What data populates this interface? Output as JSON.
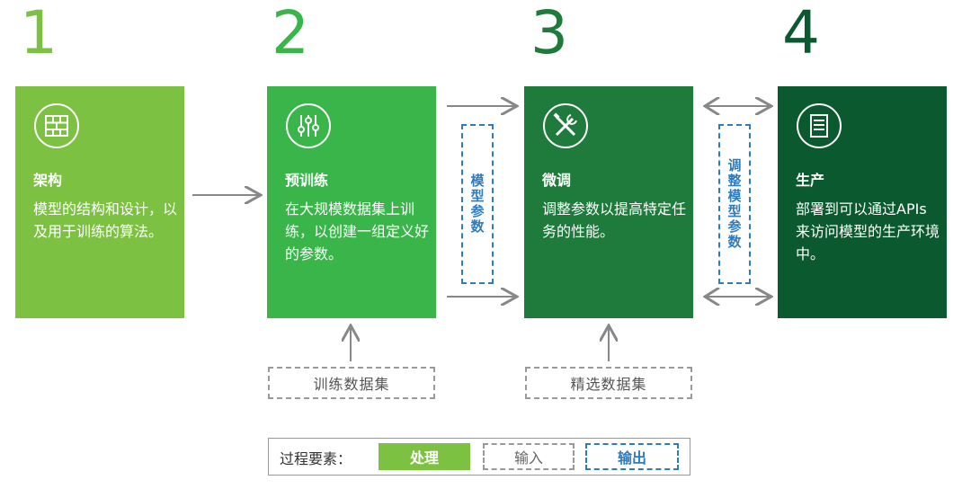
{
  "steps": [
    {
      "number": "1",
      "title": "架构",
      "desc": "模型的结构和设计，以及用于训练的算法。",
      "icon": "brick-wall-icon"
    },
    {
      "number": "2",
      "title": "预训练",
      "desc": "在大规模数据集上训练，以创建一组定义好的参数。",
      "icon": "sliders-icon"
    },
    {
      "number": "3",
      "title": "微调",
      "desc": "调整参数以提高特定任务的性能。",
      "icon": "tools-icon"
    },
    {
      "number": "4",
      "title": "生产",
      "desc": "部署到可以通过APIs来访问模型的生产环境中。",
      "icon": "server-icon"
    }
  ],
  "outputs": {
    "model_params": "模型参数",
    "tuned_params": "调整模型参数"
  },
  "inputs": {
    "training_dataset": "训练数据集",
    "curated_dataset": "精选数据集"
  },
  "legend": {
    "label": "过程要素：",
    "process": "处理",
    "input": "输入",
    "output": "输出"
  },
  "colors": {
    "step1": "#7dc142",
    "step2": "#39b54a",
    "step3": "#1e7b3c",
    "step4": "#0b5a2f",
    "output_blue": "#2e7cbf"
  }
}
